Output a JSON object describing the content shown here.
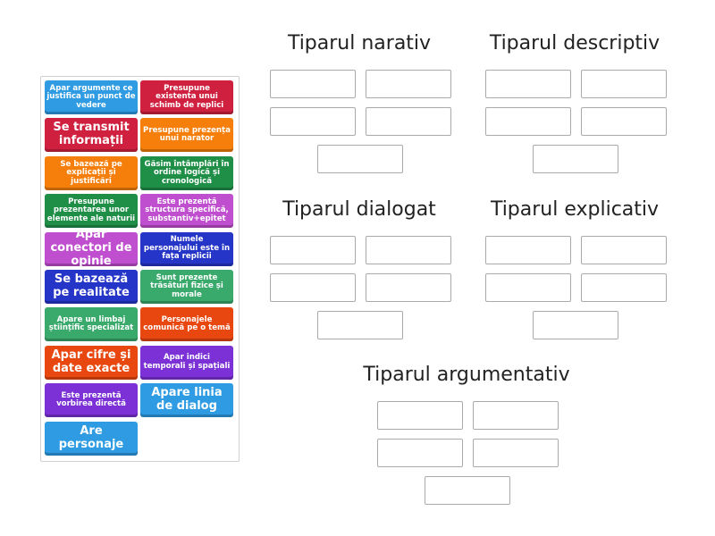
{
  "groups": [
    {
      "title": "Tiparul narativ"
    },
    {
      "title": "Tiparul descriptiv"
    },
    {
      "title": "Tiparul dialogat"
    },
    {
      "title": "Tiparul explicativ"
    },
    {
      "title": "Tiparul argumentativ"
    }
  ],
  "cards": [
    {
      "text": "Apar argumente ce justifica un punct de vedere",
      "color": "#2e9be3",
      "size": "small"
    },
    {
      "text": "Presupune existenta unui schimb de replici",
      "color": "#d0203f",
      "size": "small"
    },
    {
      "text": "Se transmit informații",
      "color": "#d0203f",
      "size": "big"
    },
    {
      "text": "Presupune prezența unui narator",
      "color": "#f57f0a",
      "size": "small"
    },
    {
      "text": "Se bazează pe explicații și justificări",
      "color": "#f57f0a",
      "size": "small"
    },
    {
      "text": "Găsim întâmplări în ordine logică și cronologică",
      "color": "#1f8f47",
      "size": "small"
    },
    {
      "text": "Presupune prezentarea unor elemente ale naturii",
      "color": "#1f8f47",
      "size": "small"
    },
    {
      "text": "Este prezentă structura specifică, substantiv+epitet",
      "color": "#c04fd0",
      "size": "small"
    },
    {
      "text": "Apar conectori de opinie",
      "color": "#c04fd0",
      "size": "big"
    },
    {
      "text": "Numele personajului este în fața replicii",
      "color": "#2535c8",
      "size": "small"
    },
    {
      "text": "Se bazează pe realitate",
      "color": "#2535c8",
      "size": "big"
    },
    {
      "text": "Sunt prezente trăsături fizice și morale",
      "color": "#3aaa6c",
      "size": "small"
    },
    {
      "text": "Apare un limbaj științific specializat",
      "color": "#3aaa6c",
      "size": "small"
    },
    {
      "text": "Personajele comunică pe o temă",
      "color": "#e8470f",
      "size": "small"
    },
    {
      "text": "Apar cifre și date exacte",
      "color": "#e8470f",
      "size": "big"
    },
    {
      "text": "Apar indici temporali și spațiali",
      "color": "#7b31d6",
      "size": "small"
    },
    {
      "text": "Este prezentă vorbirea directă",
      "color": "#7b31d6",
      "size": "small"
    },
    {
      "text": "Apare linia de dialog",
      "color": "#2e9be3",
      "size": "big"
    },
    {
      "text": "Are personaje",
      "color": "#2e9be3",
      "size": "big"
    }
  ]
}
